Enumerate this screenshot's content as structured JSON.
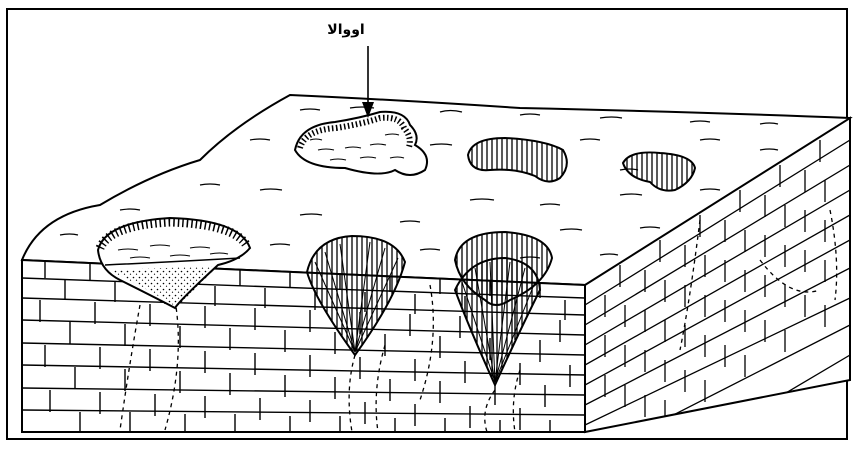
{
  "figure": {
    "labels": {
      "uvala": "اووالا"
    },
    "colors": {
      "ink": "#000000",
      "paper": "#ffffff"
    },
    "features": [
      "uvala-depression",
      "shallow-sinkhole",
      "small-sinkhole",
      "water-filled-sinkhole",
      "funnel-sinkhole",
      "double-funnel-sinkhole",
      "limestone-blocks",
      "fracture-lines"
    ]
  }
}
